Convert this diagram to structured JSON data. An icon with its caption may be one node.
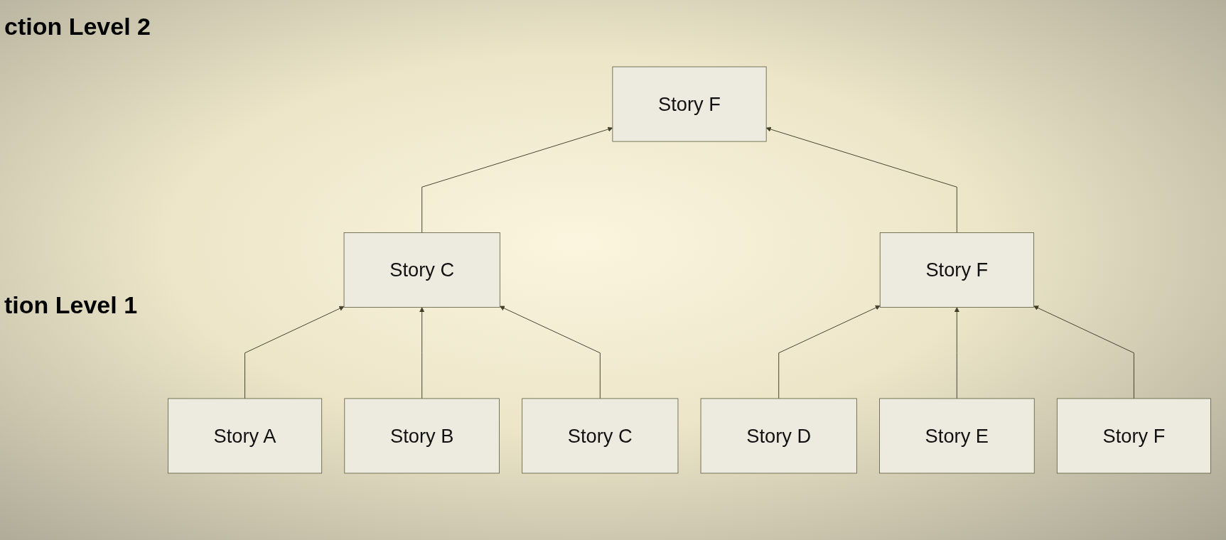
{
  "diagram": {
    "nodes": [
      {
        "text": [
          "Story F"
        ]
      },
      {
        "text": [
          "Story C"
        ]
      },
      {
        "text": [
          "Story F"
        ]
      },
      {
        "text": [
          "Story A"
        ]
      },
      {
        "text": [
          "Story B"
        ]
      },
      {
        "text": [
          "Story C"
        ]
      },
      {
        "text": [
          "Story D"
        ]
      },
      {
        "text": [
          "Story E"
        ]
      },
      {
        "text": [
          "Story F"
        ]
      }
    ],
    "edges": [
      {
        "from": 1,
        "to": 0,
        "arrow": "to"
      },
      {
        "from": 2,
        "to": 0,
        "arrow": "to"
      },
      {
        "from": 3,
        "to": 1,
        "arrow": "to"
      },
      {
        "from": 4,
        "to": 1,
        "arrow": "to"
      },
      {
        "from": 5,
        "to": 1,
        "arrow": "to"
      },
      {
        "from": 6,
        "to": 2,
        "arrow": "to"
      },
      {
        "from": 7,
        "to": 2,
        "arrow": "to"
      },
      {
        "from": 8,
        "to": 2,
        "arrow": "to"
      }
    ],
    "labels": [
      "ction Level 2",
      "tion Level 1"
    ]
  }
}
